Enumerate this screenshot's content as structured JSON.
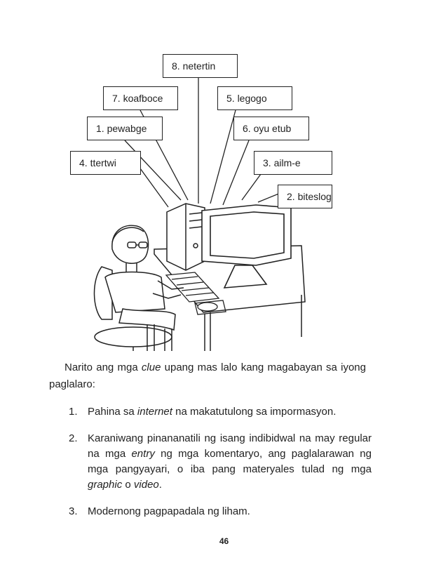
{
  "labels": {
    "netertin": "8. netertin",
    "koafboce": "7. koafboce",
    "legogo": "5. legogo",
    "pewabge": "1. pewabge",
    "oyu_etub": "6. oyu etub",
    "ttertwi": "4. ttertwi",
    "ailm_e": "3. ailm-e",
    "biteslog": "2. biteslog"
  },
  "intro": {
    "line1_a": "Narito ang mga ",
    "line1_em": "clue",
    "line1_b": " upang mas lalo kang magabayan sa iyong paglalaro:"
  },
  "clues": [
    {
      "num": "1.",
      "a": "Pahina sa ",
      "em1": "internet",
      "b": " na makatutulong sa impormasyon.",
      "em2": "",
      "c": "",
      "em3": "",
      "d": "",
      "em4": "",
      "e": ""
    },
    {
      "num": "2.",
      "a": "Karaniwang pinananatili ng isang indibidwal na may regular na mga ",
      "em1": "entry",
      "b": " ng mga komentaryo, ang paglalarawan ng mga pangyayari, o iba pang materyales tulad ng mga ",
      "em2": "graphic",
      "c": " o ",
      "em3": "video",
      "d": ".",
      "em4": "",
      "e": ""
    },
    {
      "num": "3.",
      "a": "Modernong pagpapadala ng liham.",
      "em1": "",
      "b": "",
      "em2": "",
      "c": "",
      "em3": "",
      "d": "",
      "em4": "",
      "e": ""
    }
  ],
  "page_number": "46"
}
